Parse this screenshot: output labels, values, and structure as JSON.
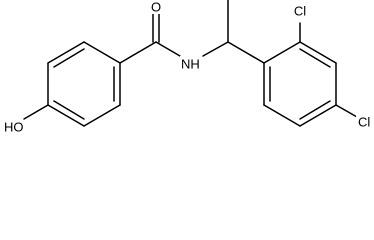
{
  "labels": {
    "carbonyl_oxygen": "O",
    "amide_nh": "NH",
    "hydroxyl": "HO",
    "chlorine_ortho": "Cl",
    "chlorine_para": "Cl"
  }
}
